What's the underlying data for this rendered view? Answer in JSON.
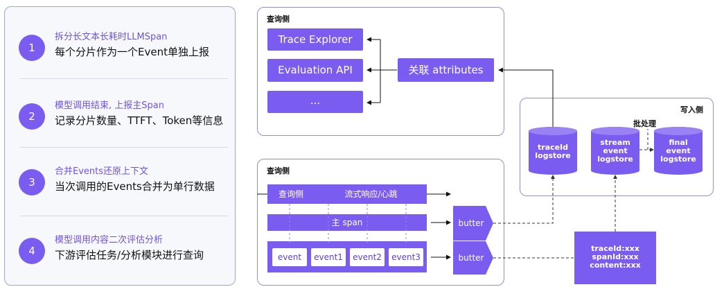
{
  "steps": [
    {
      "number": "1",
      "line1": "拆分长文本长耗时LLMSpan",
      "line2": "每个分片作为一个Event单独上报"
    },
    {
      "number": "2",
      "line1": "模型调用结束, 上报主Span",
      "line2": "记录分片数量、TTFT、Token等信息"
    },
    {
      "number": "3",
      "line1": "合并Events还原上下文",
      "line2": "当次调用的Events合并为单行数据"
    },
    {
      "number": "4",
      "line1": "模型调用内容二次评估分析",
      "line2": "下游评估任务/分析模块进行查询"
    }
  ],
  "query_top": {
    "title": "查询侧",
    "buttons": [
      "Trace Explorer",
      "Evaluation API",
      "..."
    ],
    "link_label": "关联 attributes"
  },
  "write_side": {
    "title": "写入侧",
    "batch_label": "批处理",
    "stores": [
      {
        "lines": [
          "traceId",
          "logstore"
        ]
      },
      {
        "lines": [
          "stream",
          "event",
          "logstore"
        ]
      },
      {
        "lines": [
          "final",
          "event",
          "logstore"
        ]
      }
    ]
  },
  "query_bottom": {
    "title": "查询侧",
    "header_left": "查询侧",
    "header_right": "流式响应/心跳",
    "main_span": "主 span",
    "events": [
      "event",
      "event1",
      "event2",
      "event3"
    ],
    "butter_top": "butter",
    "butter_bottom": "butter"
  },
  "record_box": {
    "lines": [
      "traceId:xxx",
      "spanId:xxx",
      "content:xxx"
    ]
  },
  "colors": {
    "accent": "#7b5cf0",
    "panel_border": "#8e8ee0"
  }
}
